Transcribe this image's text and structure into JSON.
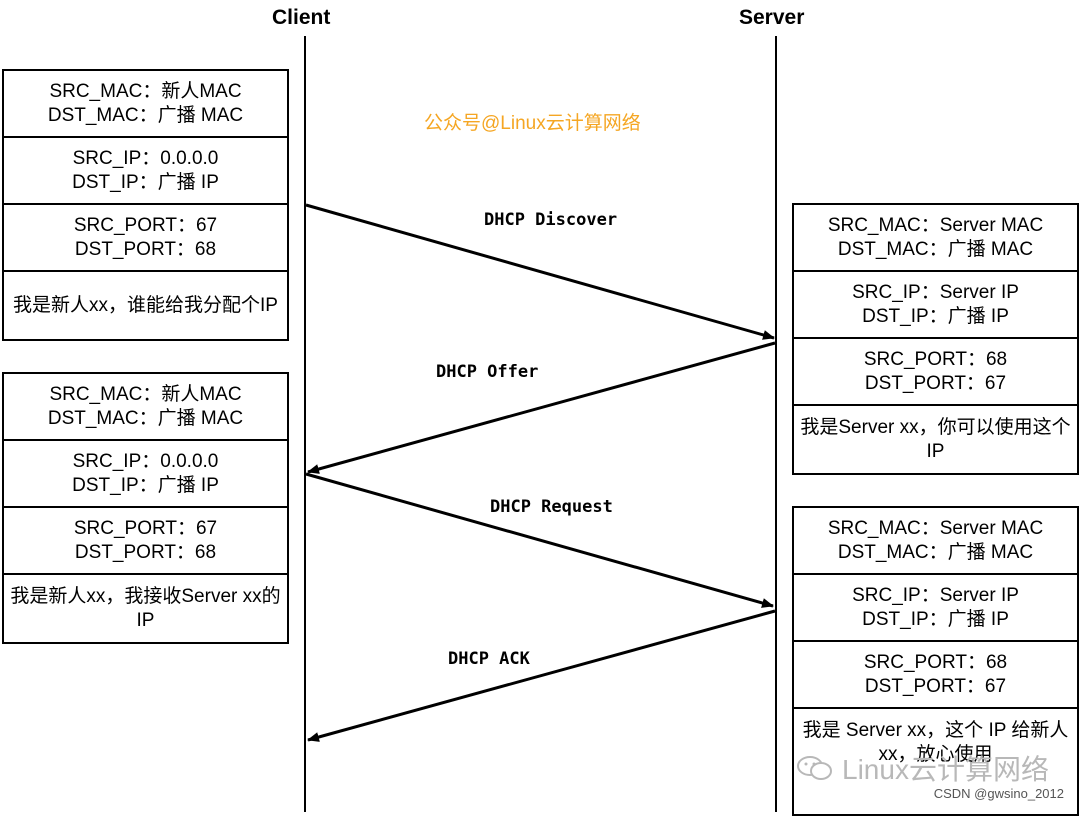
{
  "headers": {
    "client": "Client",
    "server": "Server"
  },
  "public_account": "公众号@Linux云计算网络",
  "messages": [
    {
      "label": "DHCP Discover"
    },
    {
      "label": "DHCP Offer"
    },
    {
      "label": "DHCP Request"
    },
    {
      "label": "DHCP ACK"
    }
  ],
  "packets": {
    "client_discover": {
      "mac": [
        "SRC_MAC：新人MAC",
        "DST_MAC：广播 MAC"
      ],
      "ip": [
        "SRC_IP：0.0.0.0",
        "DST_IP：广播 IP"
      ],
      "port": [
        "SRC_PORT：67",
        "DST_PORT：68"
      ],
      "payload": "我是新人xx，谁能给我分配个IP"
    },
    "client_request": {
      "mac": [
        "SRC_MAC：新人MAC",
        "DST_MAC：广播 MAC"
      ],
      "ip": [
        "SRC_IP：0.0.0.0",
        "DST_IP：广播 IP"
      ],
      "port": [
        "SRC_PORT：67",
        "DST_PORT：68"
      ],
      "payload": "我是新人xx，我接收Server xx的 IP"
    },
    "server_offer": {
      "mac": [
        "SRC_MAC：Server MAC",
        "DST_MAC：广播 MAC"
      ],
      "ip": [
        "SRC_IP：Server IP",
        "DST_IP：广播 IP"
      ],
      "port": [
        "SRC_PORT：68",
        "DST_PORT：67"
      ],
      "payload": "我是Server xx，你可以使用这个 IP"
    },
    "server_ack": {
      "mac": [
        "SRC_MAC：Server MAC",
        "DST_MAC：广播 MAC"
      ],
      "ip": [
        "SRC_IP：Server IP",
        "DST_IP：广播 IP"
      ],
      "port": [
        "SRC_PORT：68",
        "DST_PORT：67"
      ],
      "payload": "我是 Server xx，这个 IP 给新人xx，放心使用"
    }
  },
  "watermark": "Linux云计算网络",
  "credit": "CSDN @gwsino_2012"
}
